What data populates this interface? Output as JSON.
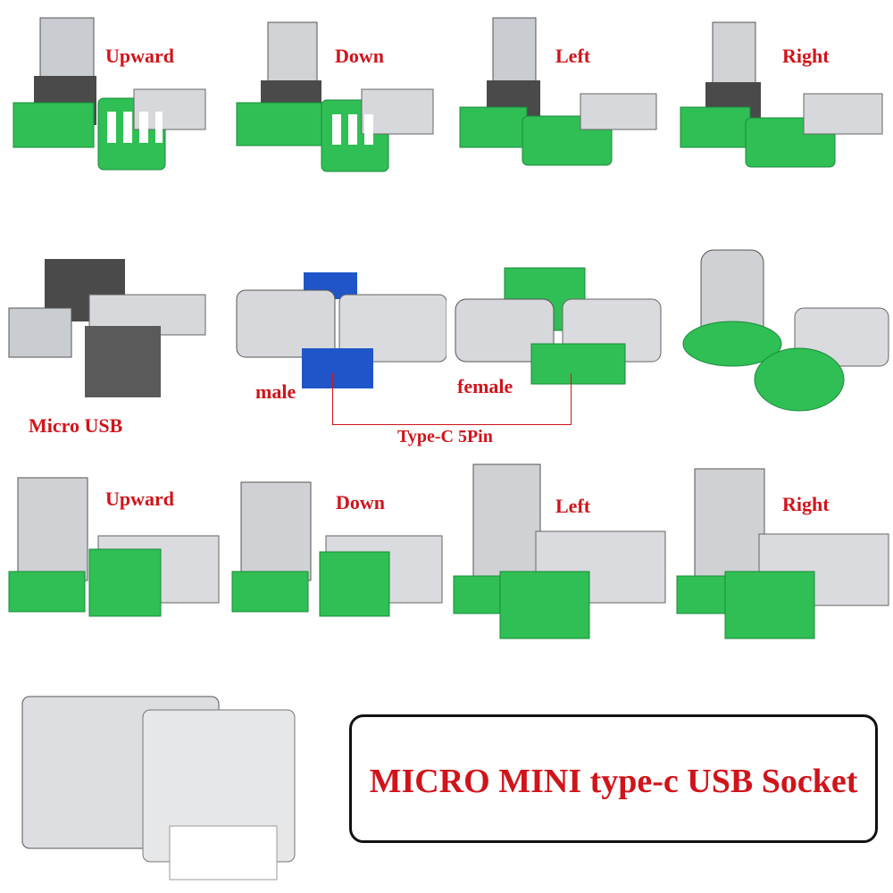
{
  "row1": [
    "Upward",
    "Down",
    "Left",
    "Right"
  ],
  "row2": {
    "micro_usb": "Micro USB",
    "male": "male",
    "female": "female",
    "typec_5pin": "Type-C 5Pin"
  },
  "row3": [
    "Upward",
    "Down",
    "Left",
    "Right"
  ],
  "banner": "MICRO MINI  type-c USB Socket",
  "colors": {
    "label_red": "#d0141b",
    "pcb_green": "#2fbf54",
    "pcb_blue": "#1f55c8",
    "metal": "#c9ccd0",
    "plastic_dark": "#4a4a4a"
  }
}
